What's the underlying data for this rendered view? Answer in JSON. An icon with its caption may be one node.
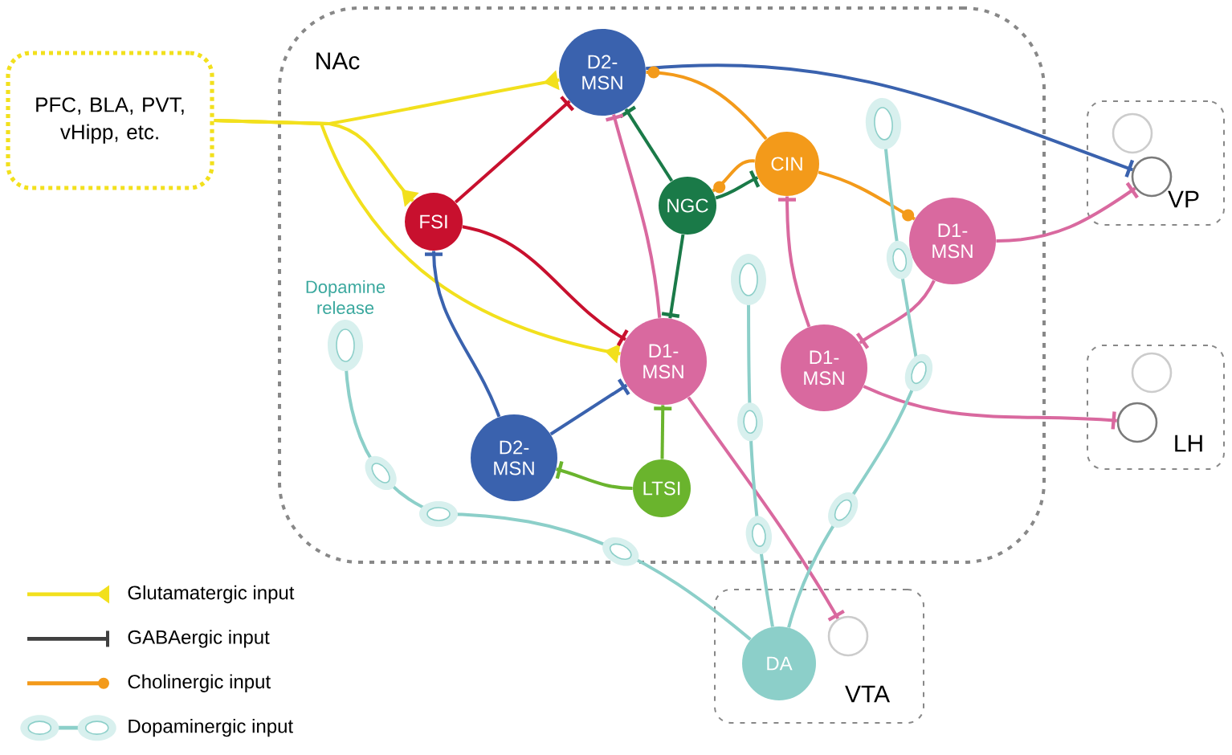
{
  "diagram": {
    "nodes": [
      {
        "text": [
          "PFC, BLA, PVT, vHipp, etc."
        ]
      },
      {
        "text": [
          "NAc"
        ]
      },
      {
        "text": [
          "D2-MSN"
        ],
        "in": 1
      },
      {
        "text": [
          "FSI"
        ],
        "in": 1
      },
      {
        "text": [
          "NGC"
        ],
        "in": 1
      },
      {
        "text": [
          "CIN"
        ],
        "in": 1
      },
      {
        "text": [
          "D1-MSN"
        ],
        "in": 1
      },
      {
        "text": [
          "D1-MSN"
        ],
        "in": 1
      },
      {
        "text": [
          "D1-MSN"
        ],
        "in": 1
      },
      {
        "text": [
          "D2-MSN"
        ],
        "in": 1
      },
      {
        "text": [
          "LTSI"
        ],
        "in": 1
      },
      {
        "text": [
          "VP"
        ]
      },
      {
        "text": [],
        "shape": "circle",
        "in": 11
      },
      {
        "text": [],
        "shape": "circle",
        "in": 11
      },
      {
        "text": [
          "LH"
        ]
      },
      {
        "text": [],
        "shape": "circle",
        "in": 14
      },
      {
        "text": [],
        "shape": "circle",
        "in": 14
      },
      {
        "text": [
          "VTA"
        ]
      },
      {
        "text": [
          "DA"
        ],
        "in": 17
      },
      {
        "text": [],
        "shape": "circle",
        "in": 17
      }
    ],
    "edges": [
      {
        "from": 0,
        "to": 2,
        "arrow": "other",
        "color": "#f2e01d"
      },
      {
        "from": 0,
        "to": 3,
        "arrow": "other",
        "color": "#f2e01d"
      },
      {
        "from": 0,
        "to": 7,
        "arrow": "other",
        "color": "#f2e01d"
      },
      {
        "from": 3,
        "to": 2,
        "arrow": "other",
        "color": "#c8102e"
      },
      {
        "from": 3,
        "to": 7,
        "arrow": "other",
        "color": "#c8102e"
      },
      {
        "from": 2,
        "to": 13,
        "arrow": "other",
        "color": "#3a62ae"
      },
      {
        "from": 9,
        "to": 3,
        "arrow": "other",
        "color": "#3a62ae"
      },
      {
        "from": 9,
        "to": 7,
        "arrow": "other",
        "color": "#3a62ae"
      },
      {
        "from": 10,
        "to": 9,
        "arrow": "other",
        "color": "#6ab42d"
      },
      {
        "from": 10,
        "to": 7,
        "arrow": "other",
        "color": "#6ab42d"
      },
      {
        "from": 4,
        "to": 2,
        "arrow": "other",
        "color": "#1a7a48"
      },
      {
        "from": 4,
        "to": 7,
        "arrow": "other",
        "color": "#1a7a48"
      },
      {
        "from": 4,
        "to": 5,
        "arrow": "other",
        "color": "#1a7a48"
      },
      {
        "from": 5,
        "to": 2,
        "arrow": "other",
        "color": "#f39a1a"
      },
      {
        "from": 5,
        "to": 4,
        "arrow": "other",
        "color": "#f39a1a"
      },
      {
        "from": 5,
        "to": 6,
        "arrow": "other",
        "color": "#f39a1a"
      },
      {
        "from": 7,
        "to": 2,
        "arrow": "other",
        "color": "#d9699f"
      },
      {
        "from": 8,
        "to": 5,
        "arrow": "other",
        "color": "#d9699f"
      },
      {
        "from": 6,
        "to": 8,
        "arrow": "other",
        "color": "#d9699f"
      },
      {
        "from": 6,
        "to": 13,
        "arrow": "other",
        "color": "#d9699f"
      },
      {
        "from": 8,
        "to": 16,
        "arrow": "other",
        "color": "#d9699f"
      },
      {
        "from": 7,
        "to": 19,
        "arrow": "other",
        "color": "#d9699f"
      },
      {
        "from": 18,
        "to": null,
        "arrow": "other",
        "color": "#8ccfc9"
      },
      {
        "from": 18,
        "to": null,
        "arrow": "other",
        "color": "#8ccfc9"
      },
      {
        "from": 18,
        "to": null,
        "arrow": "other",
        "color": "#8ccfc9"
      }
    ],
    "labels": [
      "Dopamine release"
    ],
    "legend": [
      {
        "text": "Glutamatergic input"
      },
      {
        "text": "GABAergic input"
      },
      {
        "text": "Cholinergic input"
      },
      {
        "text": "Dopaminergic input"
      }
    ]
  }
}
